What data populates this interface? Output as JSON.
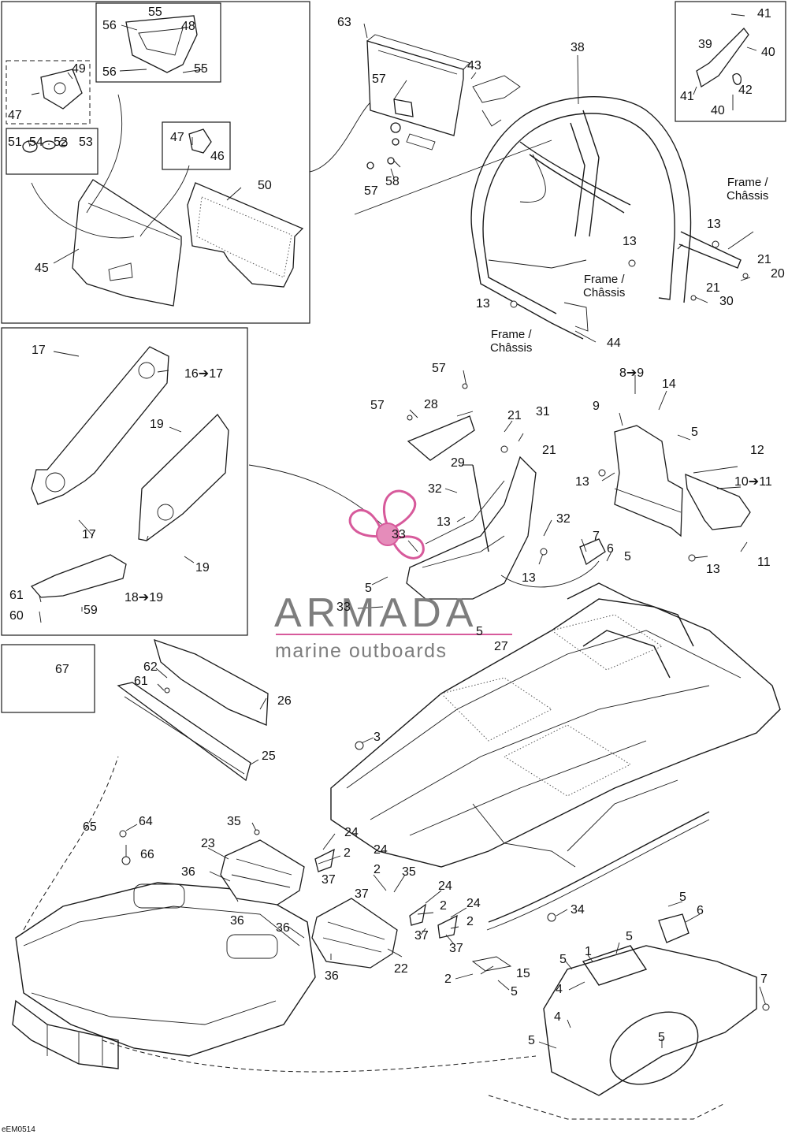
{
  "diagram": {
    "code": "eEM0514",
    "watermark": {
      "name": "ARMADA",
      "tagline": "marine outboards",
      "color": "#d75a9b"
    },
    "labels": {
      "c55a": "55",
      "c56a": "56",
      "c48": "48",
      "c56b": "56",
      "c55b": "55",
      "c49": "49",
      "c47a": "47",
      "c51": "51",
      "c54": "54",
      "c52": "52",
      "c53": "53",
      "c47b": "47",
      "c46": "46",
      "c50": "50",
      "c45": "45",
      "c63": "63",
      "c57a": "57",
      "c43": "43",
      "c57b": "57",
      "c58": "58",
      "c38": "38",
      "c41a": "41",
      "c39": "39",
      "c40a": "40",
      "c41b": "41",
      "c42": "42",
      "c40b": "40",
      "frame1": "Frame /\nChâssis",
      "c13a": "13",
      "c21a": "21",
      "c20": "20",
      "c13b": "13",
      "frame2": "Frame /\nChâssis",
      "c21b": "21",
      "c30": "30",
      "c13c": "13",
      "frame3": "Frame /\nChâssis",
      "c44": "44",
      "c17a": "17",
      "c16": "16➔17",
      "c19a": "19",
      "c17b": "17",
      "c61a": "61",
      "c60": "60",
      "c59": "59",
      "c18": "18➔19",
      "c19b": "19",
      "c67": "67",
      "c57c": "57",
      "c57d": "57",
      "c28": "28",
      "c21c": "21",
      "c31": "31",
      "c29": "29",
      "c21d": "21",
      "c32a": "32",
      "c13d": "13",
      "c32b": "32",
      "c33a": "33",
      "c7a": "7",
      "c6a": "6",
      "c5a": "5",
      "c13e": "13",
      "c5b": "5",
      "c33b": "33",
      "c5c": "5",
      "c27": "27",
      "c89": "8➔9",
      "c14": "14",
      "c9": "9",
      "c5d": "5",
      "c12": "12",
      "c13f": "13",
      "c1011": "10➔11",
      "c13g": "13",
      "c11": "11",
      "c62": "62",
      "c61b": "61",
      "c26": "26",
      "c25": "25",
      "c3": "3",
      "c65": "65",
      "c64": "64",
      "c35a": "35",
      "c66": "66",
      "c24a": "24",
      "c23": "23",
      "c2a": "2",
      "c24b": "24",
      "c36a": "36",
      "c37a": "37",
      "c2b": "2",
      "c37b": "37",
      "c35b": "35",
      "c36b": "36",
      "c24c": "24",
      "c2c": "2",
      "c24d": "24",
      "c34": "34",
      "c36c": "36",
      "c2d": "2",
      "c37c": "37",
      "c37d": "37",
      "c22": "22",
      "c36d": "36",
      "c15": "15",
      "c2e": "2",
      "c5e": "5",
      "c5f": "5",
      "c6b": "6",
      "c5g": "5",
      "c1": "1",
      "c5h": "5",
      "c4a": "4",
      "c7b": "7",
      "c4b": "4",
      "c5i": "5",
      "c5j": "5"
    }
  }
}
